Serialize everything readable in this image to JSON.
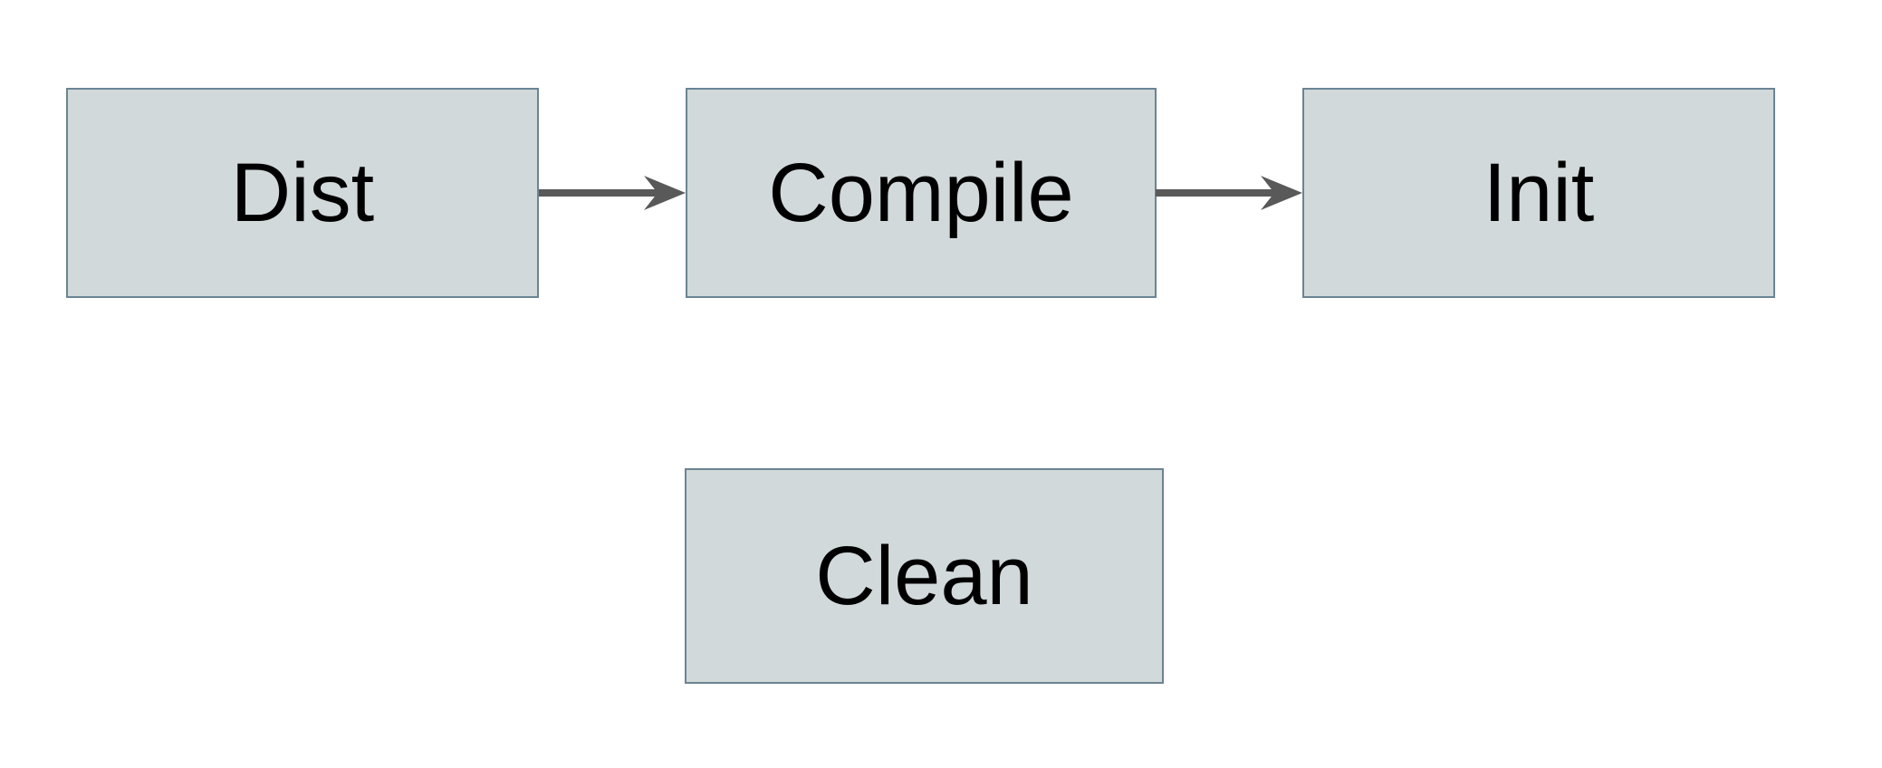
{
  "diagram": {
    "title": "",
    "nodes": [
      {
        "id": "dist",
        "label": "Dist"
      },
      {
        "id": "compile",
        "label": "Compile"
      },
      {
        "id": "init",
        "label": "Init"
      },
      {
        "id": "clean",
        "label": "Clean"
      }
    ],
    "edges": [
      {
        "from": "dist",
        "to": "compile",
        "direction": "right",
        "style": "solid-arrow"
      },
      {
        "from": "compile",
        "to": "init",
        "direction": "right",
        "style": "solid-arrow"
      }
    ]
  },
  "colors": {
    "background": "#ffffff",
    "node_fill": "#d2d9db",
    "node_border": "#6b8493",
    "arrow": "#595959",
    "text": "#000000"
  }
}
